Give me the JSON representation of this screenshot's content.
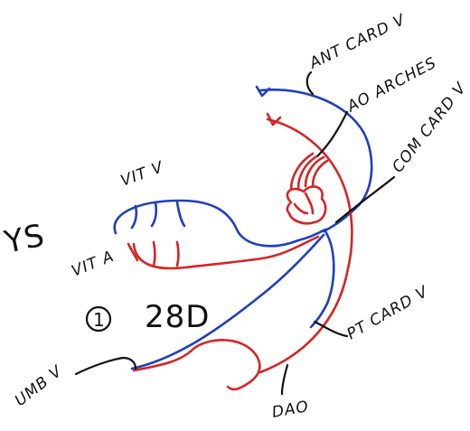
{
  "colors": {
    "venous": "#1f3fbf",
    "arterial": "#d42525",
    "ink": "#111111"
  },
  "labels": {
    "ys": "YS",
    "vit_v": "VIT V",
    "vit_a": "VIT A",
    "stage_number": "1",
    "stage": "28D",
    "common_cardinal_v": "COM CARD V",
    "ant_cardinal_v": "ANT CARD V",
    "ao_arches": "AO ARCHES",
    "post_cardinal_v": "PT CARD V",
    "umb_v": "UMB V",
    "dorsal_ao": "DAO"
  }
}
